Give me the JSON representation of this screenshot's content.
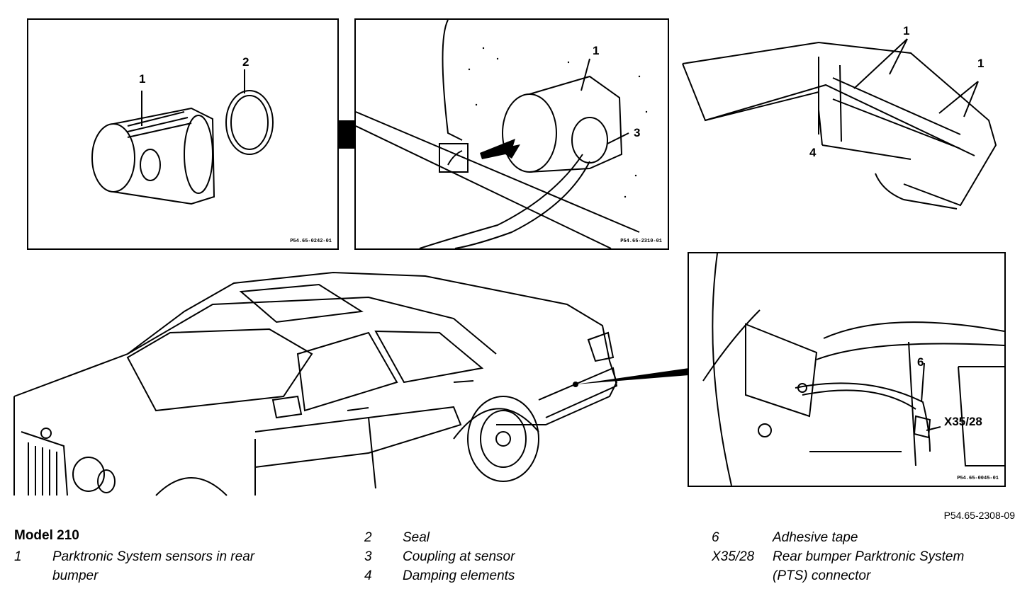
{
  "figure_ref": "P54.65-2308-09",
  "model_title": "Model 210",
  "panels": {
    "sensor": {
      "ref": "P54.65-0242-01",
      "callouts": [
        "1",
        "2"
      ]
    },
    "coupling": {
      "ref": "P54.65-2310-01",
      "callouts": [
        "1",
        "3"
      ]
    },
    "bumper": {
      "callouts": [
        "1",
        "1",
        "4"
      ]
    },
    "connector": {
      "ref": "P54.65-0045-01",
      "callouts": [
        "6",
        "X35/28"
      ]
    }
  },
  "legend": [
    {
      "key": "1",
      "text": "Parktronic System sensors in rear",
      "text2": "bumper"
    },
    {
      "key": "2",
      "text": "Seal"
    },
    {
      "key": "3",
      "text": "Coupling at sensor"
    },
    {
      "key": "4",
      "text": "Damping elements"
    },
    {
      "key": "6",
      "text": "Adhesive tape"
    },
    {
      "key": "X35/28",
      "text": "Rear bumper Parktronic System",
      "text2": "(PTS) connector"
    }
  ]
}
